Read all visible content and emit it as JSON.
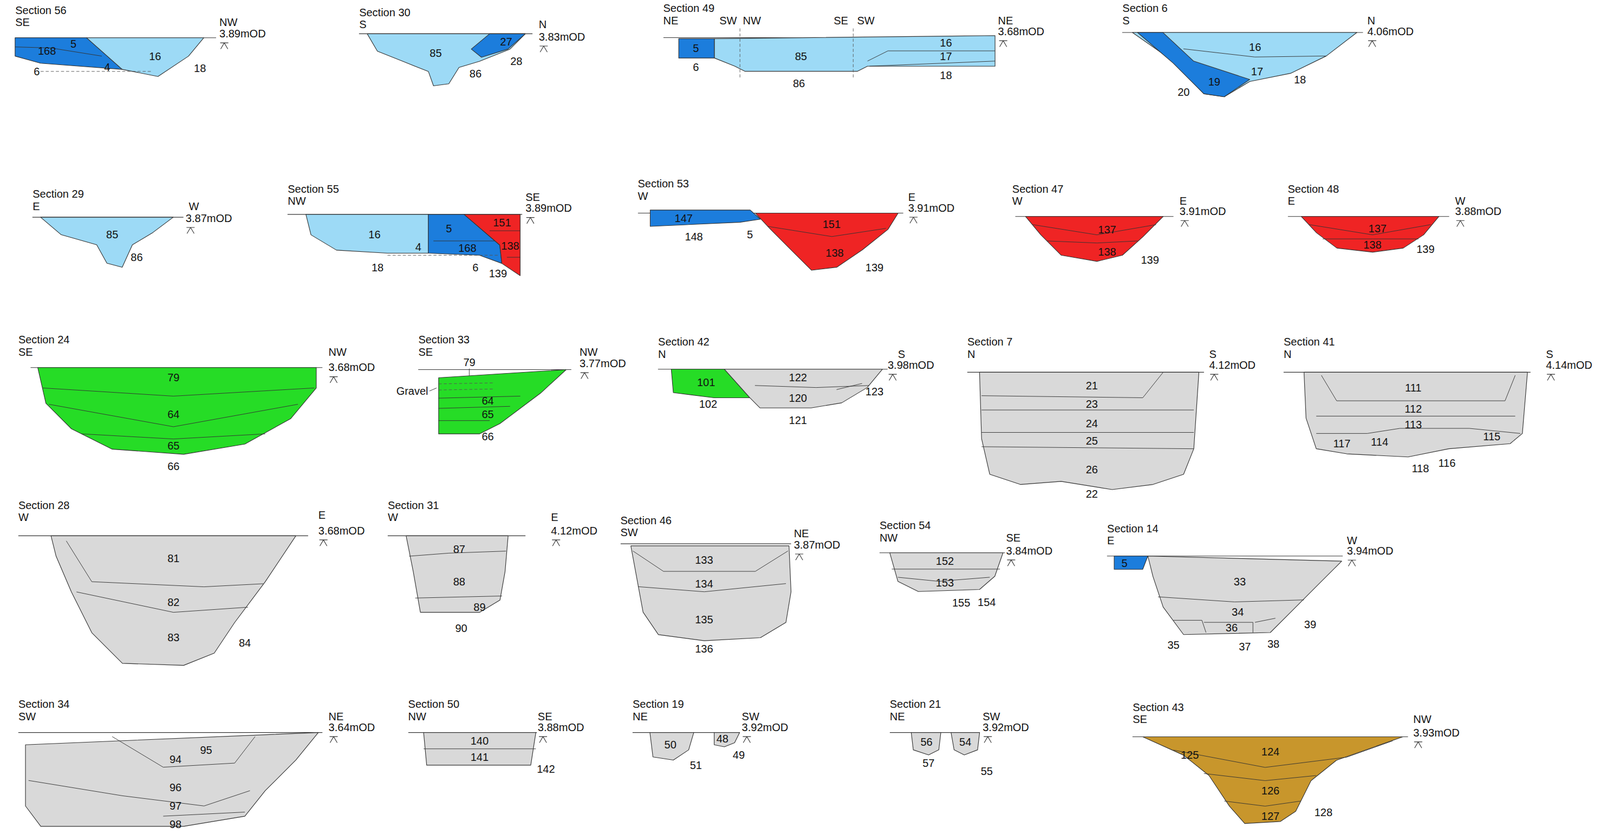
{
  "diagram": {
    "nodes": [
      {
        "text": [
          "Section 56",
          "SE",
          "NW",
          "3.89mOD",
          "168",
          "5",
          "16",
          "6",
          "4",
          "18"
        ]
      },
      {
        "text": [
          "Section 30",
          "S",
          "N",
          "3.83mOD",
          "85",
          "27",
          "86",
          "28"
        ]
      },
      {
        "text": [
          "Section 49",
          "NE",
          "SW",
          "NW",
          "SE",
          "SW",
          "NE",
          "3.68mOD",
          "5",
          "6",
          "85",
          "86",
          "16",
          "17",
          "18"
        ]
      },
      {
        "text": [
          "Section 6",
          "S",
          "N",
          "4.06mOD",
          "16",
          "19",
          "17",
          "20",
          "18"
        ]
      },
      {
        "text": [
          "Section 29",
          "E",
          "W",
          "3.87mOD",
          "85",
          "86"
        ]
      },
      {
        "text": [
          "Section 55",
          "NW",
          "SE",
          "3.89mOD",
          "16",
          "5",
          "151",
          "4",
          "168",
          "138",
          "18",
          "6",
          "139"
        ]
      },
      {
        "text": [
          "Section 53",
          "W",
          "E",
          "3.91mOD",
          "147",
          "148",
          "5",
          "151",
          "138",
          "139"
        ]
      },
      {
        "text": [
          "Section 47",
          "W",
          "E",
          "3.91mOD",
          "137",
          "138",
          "139"
        ]
      },
      {
        "text": [
          "Section 48",
          "E",
          "W",
          "3.88mOD",
          "137",
          "138",
          "139"
        ]
      },
      {
        "text": [
          "Section 24",
          "SE",
          "NW",
          "3.68mOD",
          "79",
          "64",
          "65",
          "66"
        ]
      },
      {
        "text": [
          "Section 33",
          "SE",
          "NW",
          "3.77mOD",
          "79",
          "Gravel",
          "64",
          "65",
          "66"
        ]
      },
      {
        "text": [
          "Section 42",
          "N",
          "S",
          "3.98mOD",
          "101",
          "102",
          "122",
          "120",
          "121",
          "123"
        ]
      },
      {
        "text": [
          "Section 7",
          "N",
          "S",
          "4.12mOD",
          "21",
          "23",
          "24",
          "25",
          "26",
          "22"
        ]
      },
      {
        "text": [
          "Section 41",
          "N",
          "S",
          "4.14mOD",
          "111",
          "112",
          "113",
          "117",
          "114",
          "115",
          "118",
          "116"
        ]
      },
      {
        "text": [
          "Section 28",
          "W",
          "E",
          "3.68mOD",
          "81",
          "82",
          "83",
          "84"
        ]
      },
      {
        "text": [
          "Section 31",
          "W",
          "E",
          "4.12mOD",
          "87",
          "88",
          "89",
          "90"
        ]
      },
      {
        "text": [
          "Section 46",
          "SW",
          "NE",
          "3.87mOD",
          "133",
          "134",
          "135",
          "136"
        ]
      },
      {
        "text": [
          "Section 54",
          "NW",
          "SE",
          "3.84mOD",
          "152",
          "153",
          "155",
          "154"
        ]
      },
      {
        "text": [
          "Section 14",
          "E",
          "W",
          "3.94mOD",
          "5",
          "33",
          "34",
          "36",
          "35",
          "37",
          "38",
          "39"
        ]
      },
      {
        "text": [
          "Section 34",
          "SW",
          "NE",
          "3.64mOD",
          "94",
          "95",
          "96",
          "97",
          "98"
        ]
      },
      {
        "text": [
          "Section 50",
          "NW",
          "SE",
          "3.88mOD",
          "140",
          "141",
          "142"
        ]
      },
      {
        "text": [
          "Section 19",
          "NE",
          "SW",
          "3.92mOD",
          "50",
          "48",
          "51",
          "49"
        ]
      },
      {
        "text": [
          "Section 21",
          "NE",
          "SW",
          "3.92mOD",
          "56",
          "54",
          "57",
          "55"
        ]
      },
      {
        "text": [
          "Section 43",
          "SE",
          "NW",
          "3.93mOD",
          "125",
          "124",
          "126",
          "127",
          "128"
        ]
      }
    ]
  }
}
